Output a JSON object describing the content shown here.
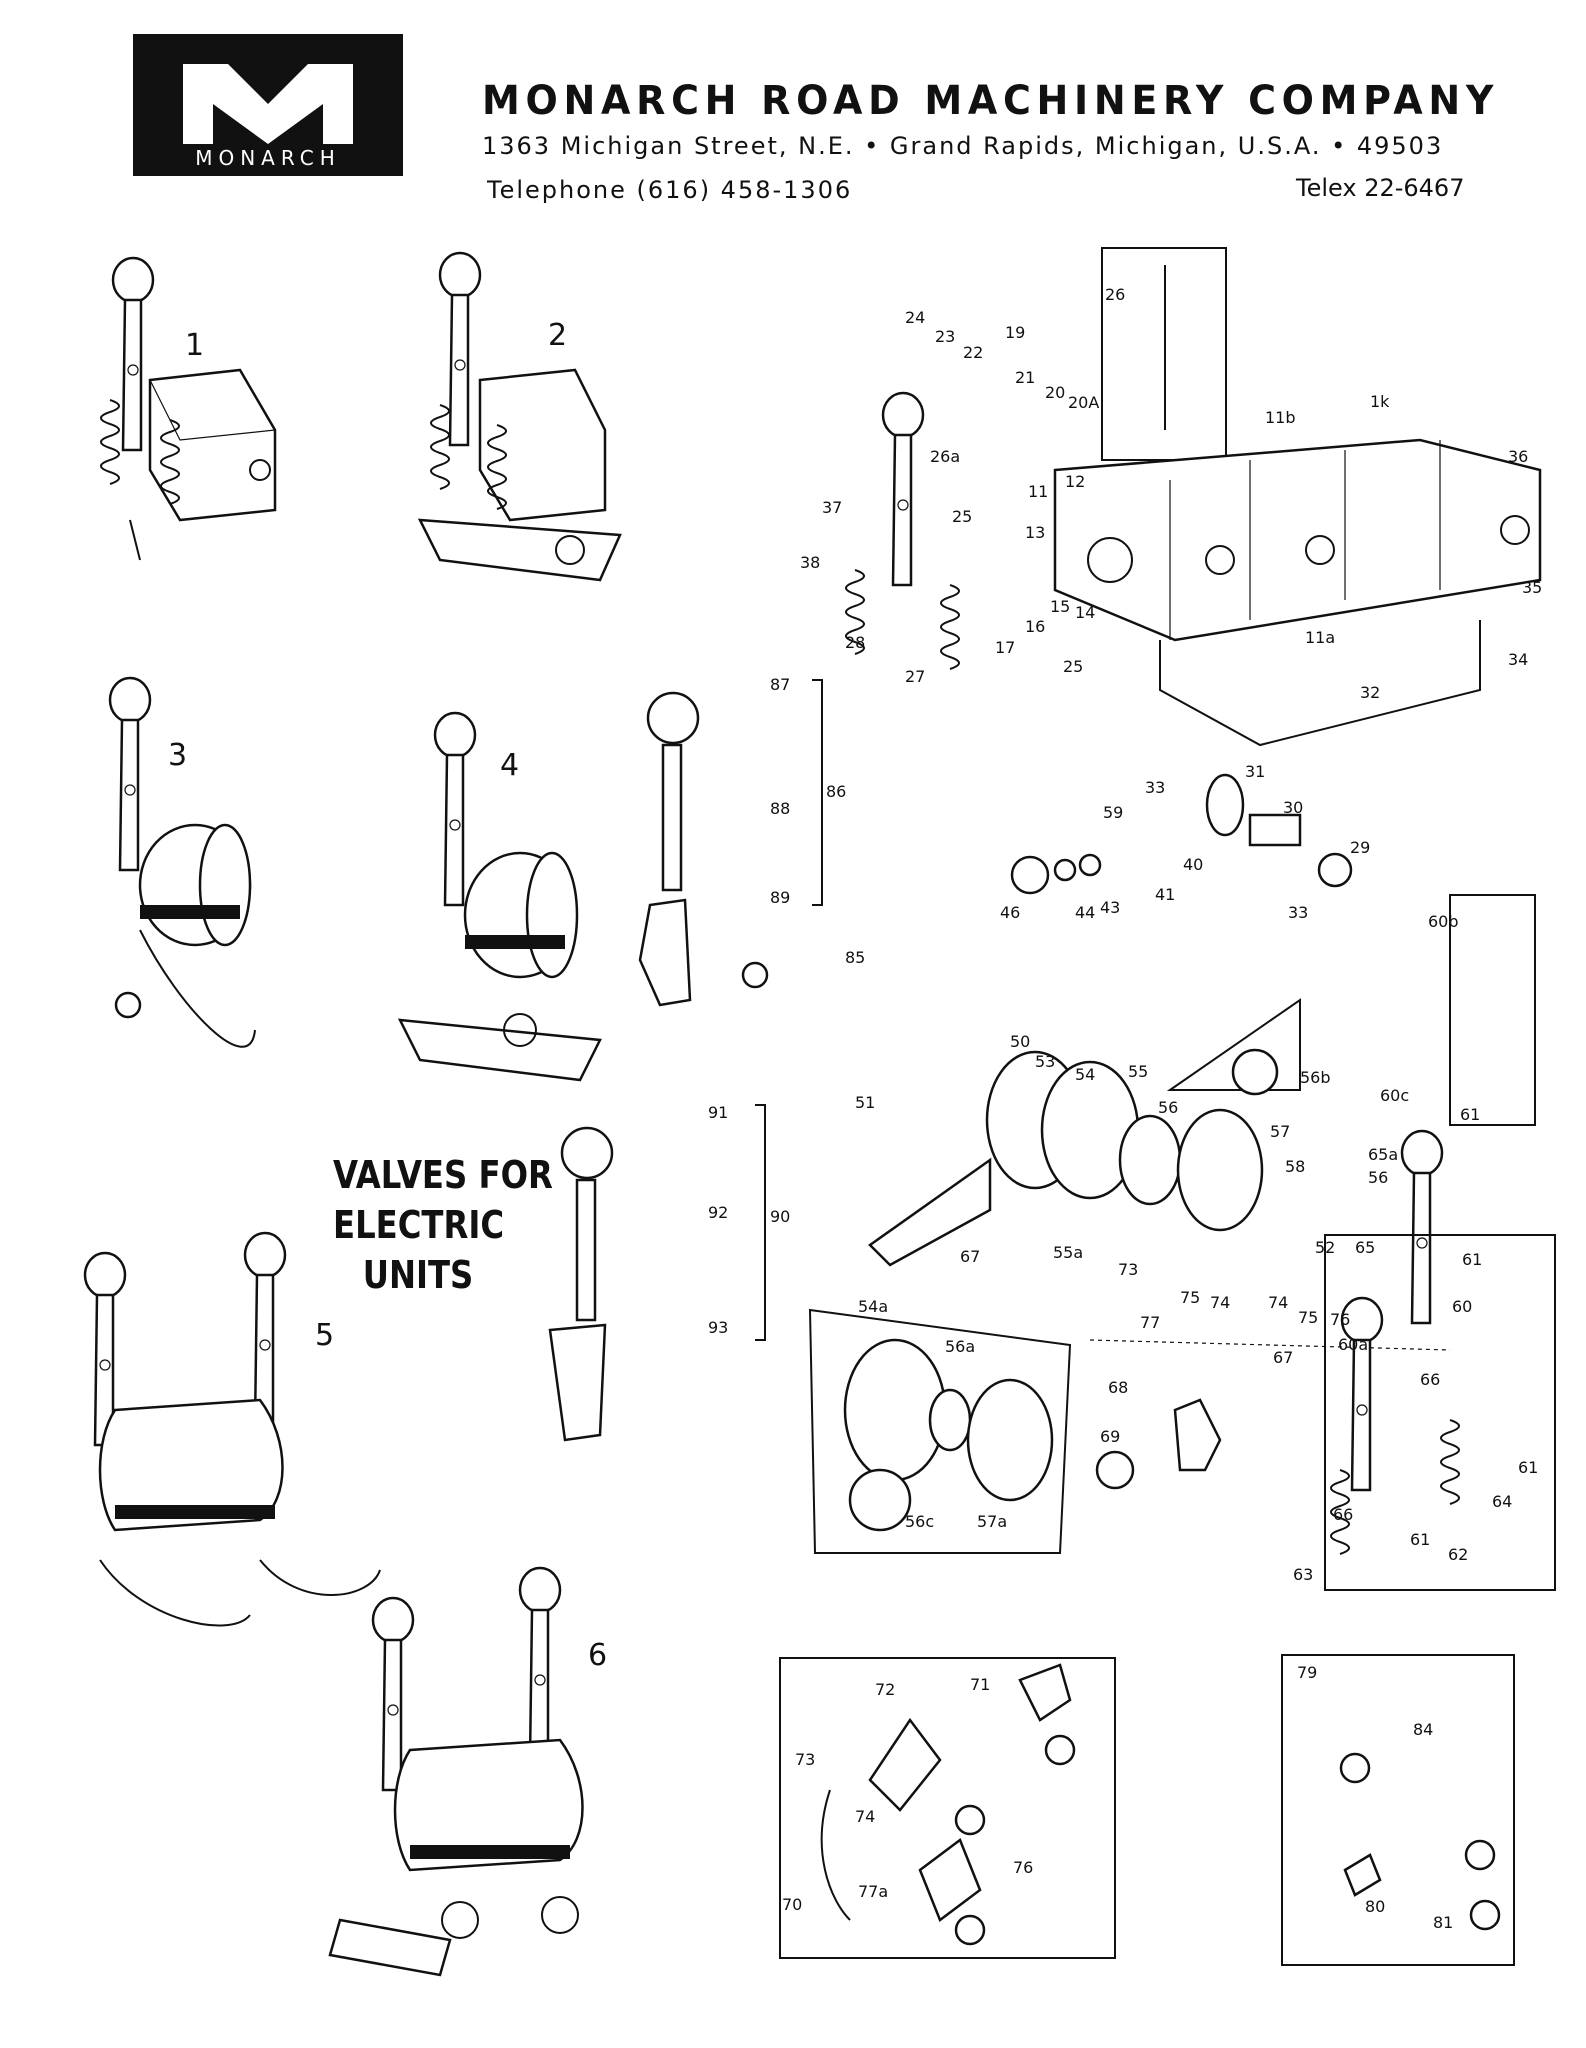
{
  "header": {
    "logo_text": "MONARCH",
    "company": "MONARCH ROAD MACHINERY COMPANY",
    "address": "1363 Michigan Street, N.E. • Grand Rapids, Michigan, U.S.A. • 49503",
    "phone": "Telephone (616) 458-1306",
    "telex": "Telex 22-6467"
  },
  "title": {
    "line1": "VALVES FOR",
    "line2": "ELECTRIC",
    "line3": "UNITS"
  },
  "assembly_numbers": [
    "1",
    "2",
    "3",
    "4",
    "5",
    "6"
  ],
  "part_labels": {
    "top_exploded": [
      "26",
      "24",
      "23",
      "22",
      "19",
      "21",
      "20",
      "20A",
      "12",
      "11b",
      "1k",
      "36",
      "26a",
      "11",
      "25",
      "13",
      "37",
      "38",
      "17",
      "16",
      "15",
      "14",
      "28",
      "27",
      "25",
      "35",
      "34",
      "11a",
      "32",
      "33",
      "31",
      "30",
      "29",
      "59",
      "40",
      "46",
      "44",
      "43",
      "41",
      "33"
    ],
    "knob_group_86": [
      "87",
      "88",
      "86",
      "89",
      "85"
    ],
    "knob_group_90": [
      "91",
      "92",
      "90",
      "93"
    ],
    "middle_exploded": [
      "50",
      "53",
      "54",
      "55",
      "56",
      "56b",
      "57",
      "51",
      "58",
      "65a",
      "56",
      "52",
      "65",
      "67",
      "55a",
      "73",
      "75",
      "74",
      "74",
      "75",
      "76",
      "61",
      "60b",
      "60c",
      "61",
      "77",
      "67",
      "68",
      "69",
      "60",
      "60a",
      "66",
      "61",
      "64",
      "66",
      "61",
      "62",
      "63"
    ],
    "inset_54a": [
      "54a",
      "56a",
      "56c",
      "57a"
    ],
    "inset_70": [
      "73",
      "72",
      "71",
      "74",
      "76",
      "70",
      "77a"
    ],
    "inset_79": [
      "79",
      "84",
      "80",
      "81"
    ]
  }
}
